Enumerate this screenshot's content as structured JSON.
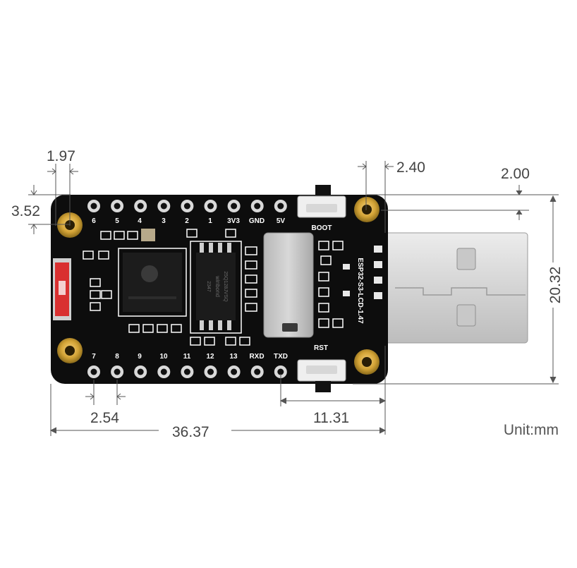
{
  "dimensions": {
    "hole_offset_x": "1.97",
    "hole_offset_y": "3.52",
    "hole_to_usb": "2.40",
    "usb_offset": "2.00",
    "board_height": "20.32",
    "pin_pitch": "2.54",
    "usb_length": "11.31",
    "board_length": "36.37",
    "unit": "Unit:mm"
  },
  "board": {
    "top_pins": [
      "6",
      "5",
      "4",
      "3",
      "2",
      "1",
      "3V3",
      "GND",
      "5V"
    ],
    "bottom_pins": [
      "7",
      "8",
      "9",
      "10",
      "11",
      "12",
      "13",
      "RXD",
      "TXD"
    ],
    "boot_label": "BOOT",
    "rst_label": "RST",
    "model_label": "ESP32-S3-LCD-1.47",
    "flash_text_1": "winbond",
    "flash_text_2": "25Q128JVSQ",
    "flash_text_3": "2347"
  },
  "colors": {
    "pcb": "#0d0d0d",
    "silkscreen": "#ffffff",
    "gold": "#d4a437",
    "usb": "#d7d7d7",
    "dimension_lines": "#555555"
  }
}
